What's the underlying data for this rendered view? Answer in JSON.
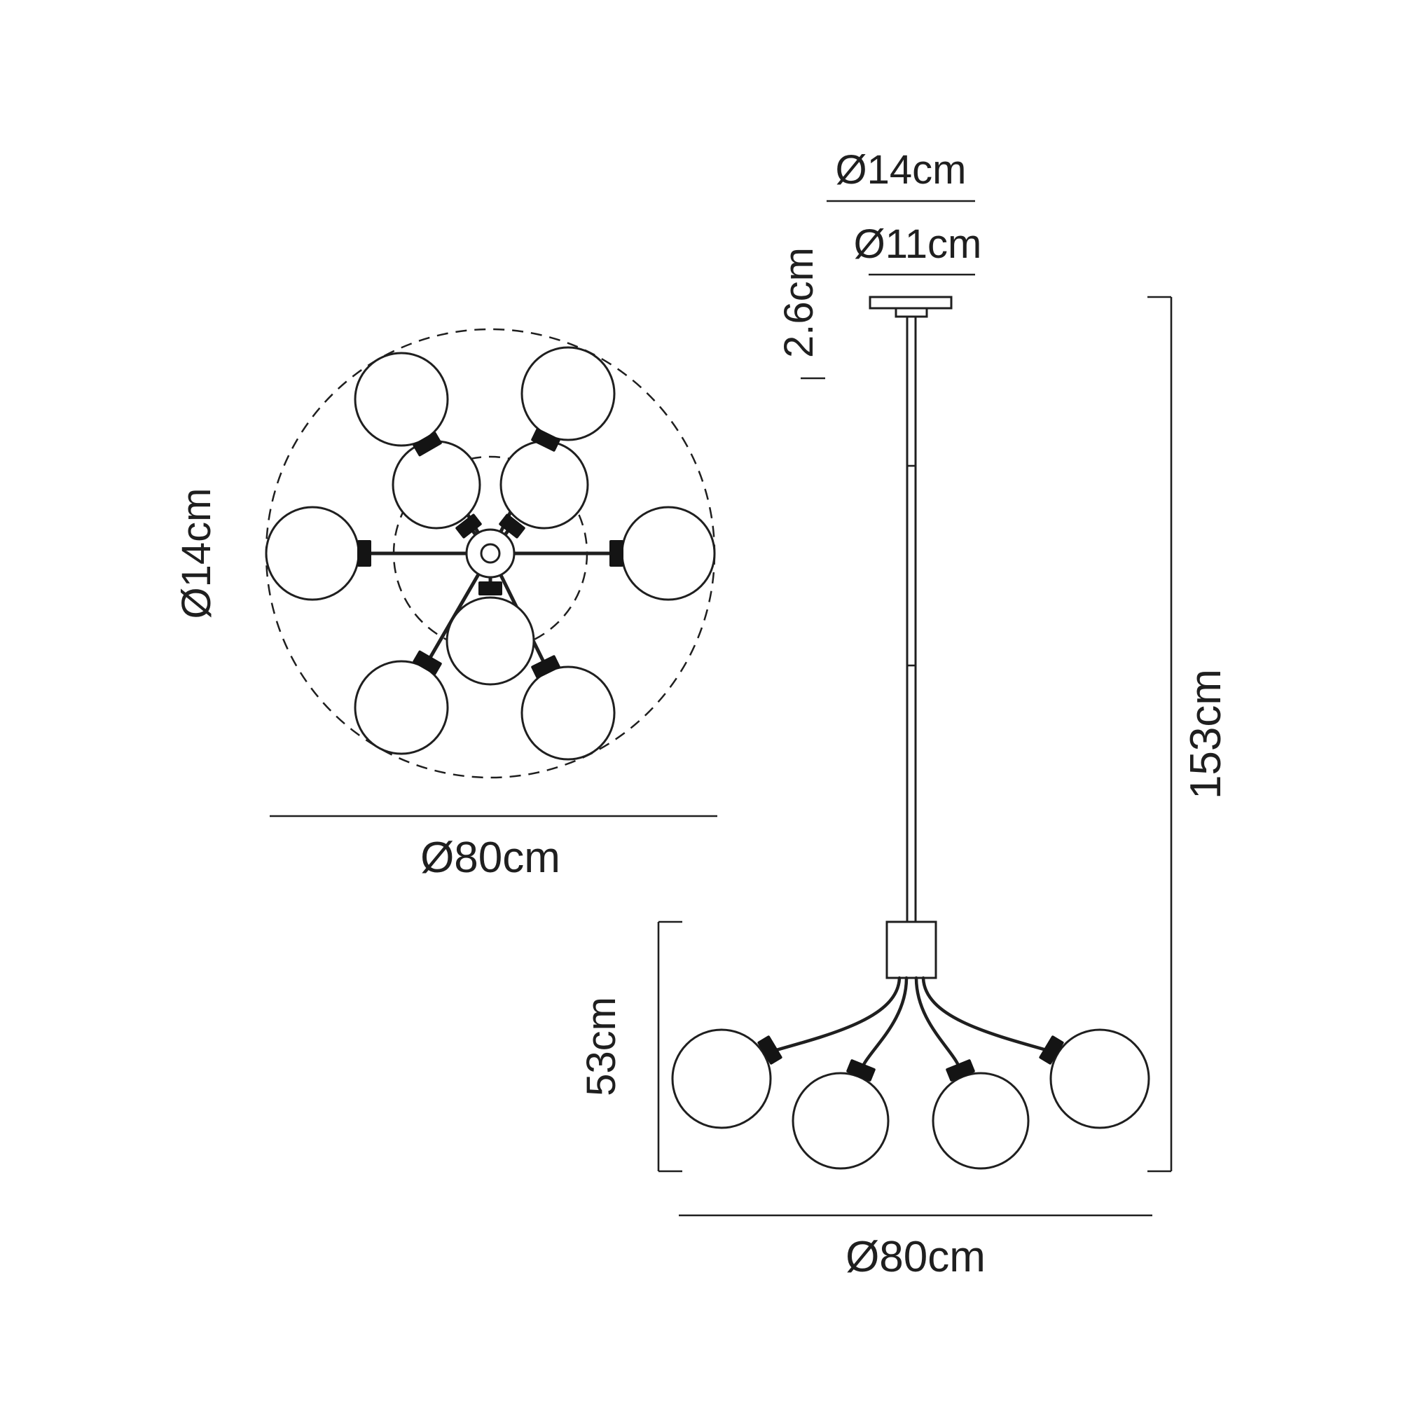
{
  "colors": {
    "ink": "#1f1f1f",
    "background": "#ffffff"
  },
  "top_view": {
    "shade_diameter_label": "Ø14cm",
    "overall_diameter_label": "Ø80cm"
  },
  "side_view": {
    "canopy_diameter_label": "Ø14cm",
    "canopy_inner_diameter_label": "Ø11cm",
    "canopy_height_label": "2.6cm",
    "overall_height_label": "153cm",
    "fixture_height_label": "53cm",
    "overall_diameter_label": "Ø80cm"
  }
}
